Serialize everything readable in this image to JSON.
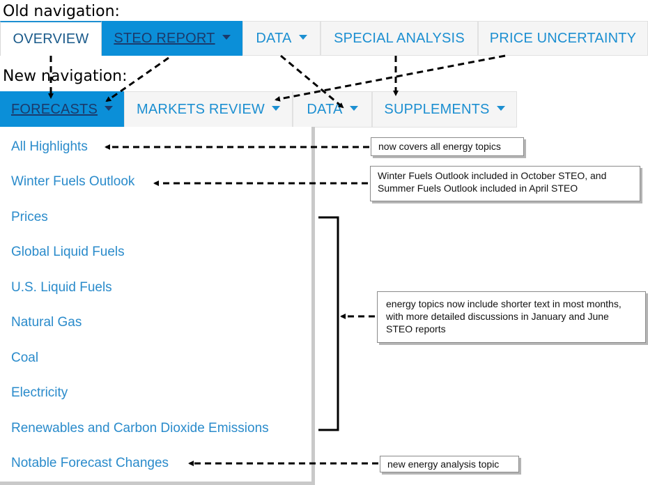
{
  "headings": {
    "old": "Old navigation:",
    "new": "New navigation:"
  },
  "old_nav": {
    "tabs": [
      {
        "label": "OVERVIEW",
        "state": "active"
      },
      {
        "label": "STEO REPORT",
        "state": "selected",
        "has_dropdown": true
      },
      {
        "label": "DATA",
        "has_dropdown": true
      },
      {
        "label": "SPECIAL ANALYSIS"
      },
      {
        "label": "PRICE UNCERTAINTY"
      }
    ]
  },
  "new_nav": {
    "tabs": [
      {
        "label": "FORECASTS",
        "state": "selected",
        "has_dropdown": true
      },
      {
        "label": "MARKETS REVIEW",
        "has_dropdown": true
      },
      {
        "label": "DATA",
        "has_dropdown": true
      },
      {
        "label": "SUPPLEMENTS",
        "has_dropdown": true
      }
    ]
  },
  "forecasts_menu": {
    "items": [
      "All Highlights",
      "Winter Fuels Outlook",
      "Prices",
      "Global Liquid Fuels",
      "U.S. Liquid Fuels",
      "Natural Gas",
      "Coal",
      "Electricity",
      "Renewables and Carbon Dioxide Emissions",
      "Notable Forecast Changes"
    ]
  },
  "callouts": {
    "highlights": "now covers all energy topics",
    "winter_fuels": "Winter Fuels Outlook included in October STEO, and Summer Fuels Outlook included in April STEO",
    "energy_topics": "energy topics now include shorter text in most months, with more detailed discussions in January and June STEO reports",
    "notable": "new energy analysis topic"
  },
  "colors": {
    "link_blue": "#1c8fd1",
    "selected_tab_bg": "#0b8fd8",
    "selected_tab_text": "#1b3a6b",
    "tab_bg": "#f5f5f5"
  },
  "icons": {
    "dropdown": "caret-down-icon",
    "arrows": "dashed-arrow-icon"
  }
}
